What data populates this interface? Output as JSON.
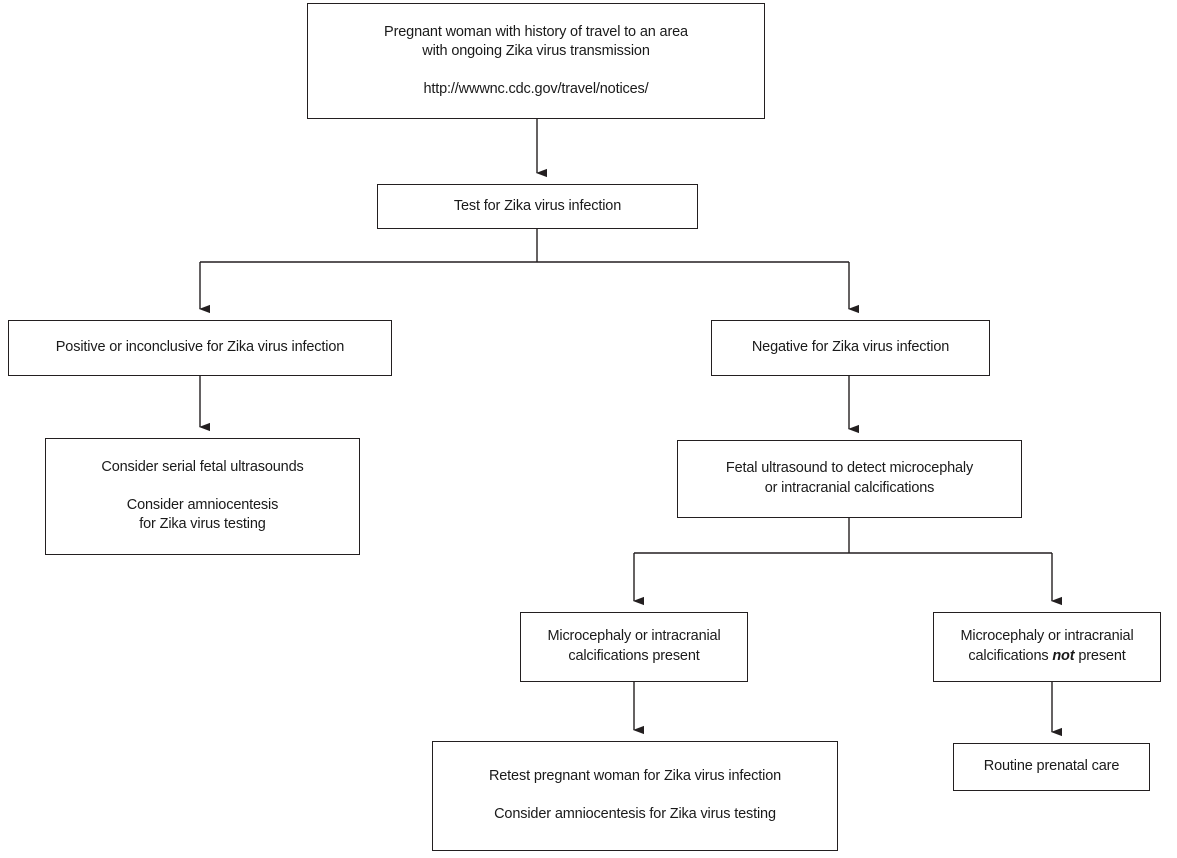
{
  "diagram": {
    "title": "Zika virus evaluation algorithm for pregnant women with travel history",
    "type": "flowchart",
    "stroke_color": "#231f20",
    "background_color": "#ffffff",
    "text_color": "#1a1a1a"
  },
  "nodes": {
    "travel": {
      "id": "travel",
      "line1": "Pregnant woman with history of travel to an area",
      "line2": "with ongoing Zika virus transmission",
      "line3": "http://wwwnc.cdc.gov/travel/notices/"
    },
    "test": {
      "id": "test",
      "line1": "Test for Zika virus infection"
    },
    "positive": {
      "id": "positive",
      "line1": "Positive or inconclusive for Zika virus infection"
    },
    "negative": {
      "id": "negative",
      "line1": "Negative for Zika virus infection"
    },
    "serial": {
      "id": "serial",
      "line1": "Consider serial fetal ultrasounds",
      "line2": "Consider amniocentesis",
      "line3": "for Zika virus testing"
    },
    "fetal_ultrasound": {
      "id": "fetal_ultrasound",
      "line1": "Fetal ultrasound to detect microcephaly",
      "line2": "or intracranial calcifications"
    },
    "micro_present": {
      "id": "micro_present",
      "line1": "Microcephaly or intracranial",
      "line2": "calcifications present"
    },
    "micro_not_present": {
      "id": "micro_not_present",
      "line1": "Microcephaly or intracranial",
      "line2_prefix": "calcifications ",
      "line2_emphasis": "not",
      "line2_suffix": " present"
    },
    "retest": {
      "id": "retest",
      "line1": "Retest pregnant woman for Zika virus infection",
      "line2": "Consider amniocentesis for Zika virus testing"
    },
    "routine": {
      "id": "routine",
      "line1": "Routine prenatal care"
    }
  },
  "edges": [
    {
      "from": "travel",
      "to": "test",
      "kind": "straight-arrow"
    },
    {
      "from": "test",
      "to": "positive",
      "kind": "split-left-arrow"
    },
    {
      "from": "test",
      "to": "negative",
      "kind": "split-right-arrow"
    },
    {
      "from": "positive",
      "to": "serial",
      "kind": "straight-arrow"
    },
    {
      "from": "negative",
      "to": "fetal_ultrasound",
      "kind": "straight-arrow"
    },
    {
      "from": "fetal_ultrasound",
      "to": "micro_present",
      "kind": "split-left-arrow"
    },
    {
      "from": "fetal_ultrasound",
      "to": "micro_not_present",
      "kind": "split-right-arrow"
    },
    {
      "from": "micro_present",
      "to": "retest",
      "kind": "straight-arrow"
    },
    {
      "from": "micro_not_present",
      "to": "routine",
      "kind": "straight-arrow"
    }
  ]
}
